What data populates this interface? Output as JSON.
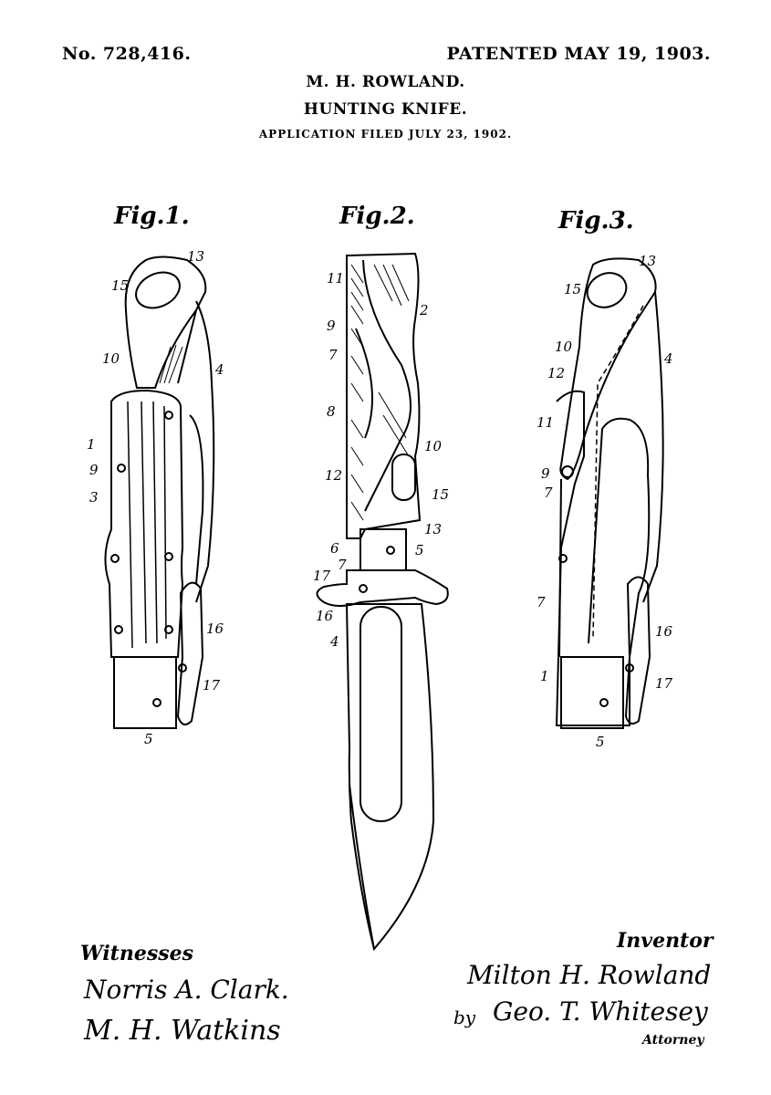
{
  "header": {
    "number": "No. 728,416.",
    "patented": "PATENTED MAY 19, 1903.",
    "inventor_name": "M. H. ROWLAND.",
    "title": "HUNTING KNIFE.",
    "application": "APPLICATION FILED JULY 23, 1902."
  },
  "figures": {
    "fig1": "Fig.1.",
    "fig2": "Fig.2.",
    "fig3": "Fig.3."
  },
  "ref_numbers": {
    "fig1": [
      "13",
      "15",
      "10",
      "4",
      "1",
      "9",
      "3",
      "16",
      "17",
      "5"
    ],
    "fig2": [
      "11",
      "2",
      "9",
      "7",
      "8",
      "10",
      "12",
      "15",
      "13",
      "6",
      "5",
      "7",
      "17",
      "16",
      "4"
    ],
    "fig3": [
      "13",
      "15",
      "10",
      "4",
      "12",
      "11",
      "9",
      "7",
      "7",
      "16",
      "1",
      "17",
      "5"
    ]
  },
  "witnesses": {
    "label": "Witnesses",
    "sig1": "Norris A. Clark.",
    "sig2": "M. H. Watkins"
  },
  "inventor_block": {
    "label": "Inventor",
    "sig": "Milton H. Rowland",
    "by": "by",
    "attorney_sig": "Geo. T. Whitesey",
    "attorney_label": "Attorney"
  }
}
